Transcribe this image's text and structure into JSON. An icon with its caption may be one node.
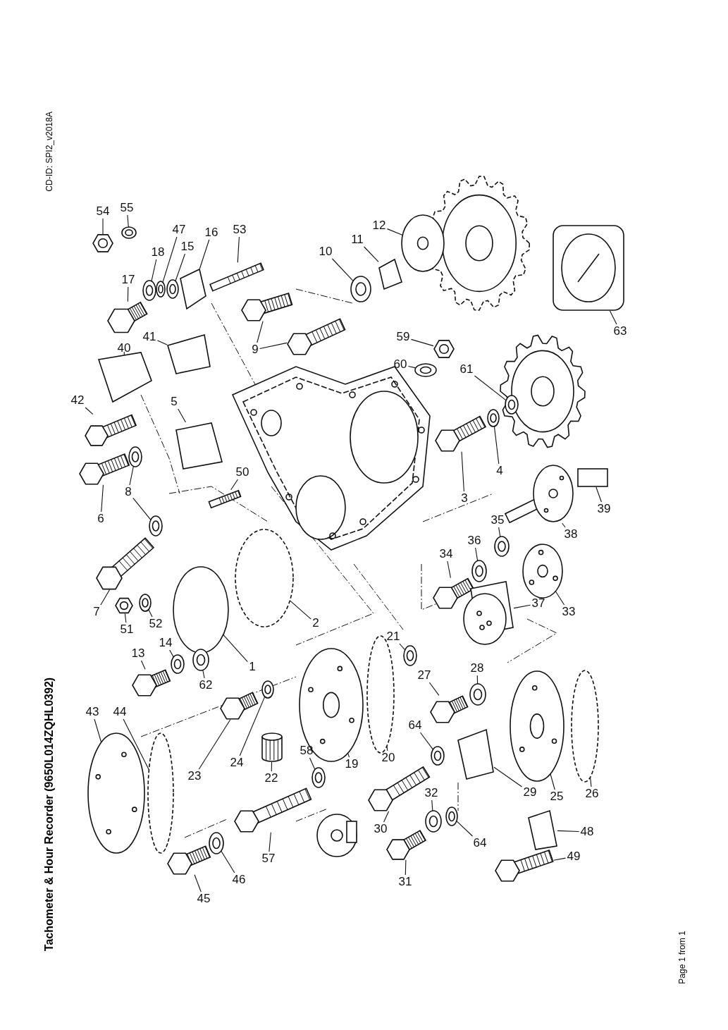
{
  "diagram": {
    "title": "Tachometer & Hour Recorder (9650L014ZQHL0392)",
    "nodes": [
      {
        "text": [
          "54"
        ]
      },
      {
        "text": [
          "55"
        ]
      },
      {
        "text": [
          "47"
        ]
      },
      {
        "text": [
          "16"
        ]
      },
      {
        "text": [
          "53"
        ]
      },
      {
        "text": [
          "18"
        ]
      },
      {
        "text": [
          "15"
        ]
      },
      {
        "text": [
          "17"
        ]
      },
      {
        "text": [
          "10"
        ]
      },
      {
        "text": [
          "11"
        ]
      },
      {
        "text": [
          "12"
        ]
      },
      {
        "text": [
          "9"
        ]
      },
      {
        "text": [
          "41"
        ]
      },
      {
        "text": [
          "40"
        ]
      },
      {
        "text": [
          "59"
        ]
      },
      {
        "text": [
          "60"
        ]
      },
      {
        "text": [
          "61"
        ]
      },
      {
        "text": [
          "63"
        ]
      },
      {
        "text": [
          "5"
        ]
      },
      {
        "text": [
          "42"
        ]
      },
      {
        "text": [
          "3"
        ]
      },
      {
        "text": [
          "4"
        ]
      },
      {
        "text": [
          "8"
        ]
      },
      {
        "text": [
          "6"
        ]
      },
      {
        "text": [
          "50"
        ]
      },
      {
        "text": [
          "39"
        ]
      },
      {
        "text": [
          "38"
        ]
      },
      {
        "text": [
          "34"
        ]
      },
      {
        "text": [
          "36"
        ]
      },
      {
        "text": [
          "35"
        ]
      },
      {
        "text": [
          "7"
        ]
      },
      {
        "text": [
          "51"
        ]
      },
      {
        "text": [
          "52"
        ]
      },
      {
        "text": [
          "2"
        ]
      },
      {
        "text": [
          "33"
        ]
      },
      {
        "text": [
          "37"
        ]
      },
      {
        "text": [
          "14"
        ]
      },
      {
        "text": [
          "13"
        ]
      },
      {
        "text": [
          "1"
        ]
      },
      {
        "text": [
          "21"
        ]
      },
      {
        "text": [
          "62"
        ]
      },
      {
        "text": [
          "28"
        ]
      },
      {
        "text": [
          "27"
        ]
      },
      {
        "text": [
          "43"
        ]
      },
      {
        "text": [
          "44"
        ]
      },
      {
        "text": [
          "64"
        ]
      },
      {
        "text": [
          "58"
        ]
      },
      {
        "text": [
          "22"
        ]
      },
      {
        "text": [
          "23"
        ]
      },
      {
        "text": [
          "24"
        ]
      },
      {
        "text": [
          "19"
        ]
      },
      {
        "text": [
          "20"
        ]
      },
      {
        "text": [
          "29"
        ]
      },
      {
        "text": [
          "25"
        ]
      },
      {
        "text": [
          "26"
        ]
      },
      {
        "text": [
          "32"
        ]
      },
      {
        "text": [
          "30"
        ]
      },
      {
        "text": [
          "48"
        ]
      },
      {
        "text": [
          "64"
        ]
      },
      {
        "text": [
          "31"
        ]
      },
      {
        "text": [
          "49"
        ]
      },
      {
        "text": [
          "57"
        ]
      },
      {
        "text": [
          "46"
        ]
      },
      {
        "text": [
          "45"
        ]
      },
      {
        "text": [],
        "shape": "picture"
      },
      {
        "text": [],
        "shape": "picture"
      },
      {
        "text": [],
        "shape": "picture"
      },
      {
        "text": [],
        "shape": "picture"
      },
      {
        "text": [],
        "shape": "picture"
      },
      {
        "text": [],
        "shape": "picture"
      },
      {
        "text": [],
        "shape": "picture"
      },
      {
        "text": [],
        "shape": "picture"
      },
      {
        "text": [],
        "shape": "picture"
      },
      {
        "text": [],
        "shape": "picture"
      },
      {
        "text": [],
        "shape": "picture"
      },
      {
        "text": [],
        "shape": "picture"
      },
      {
        "text": [],
        "shape": "picture"
      },
      {
        "text": [],
        "shape": "picture"
      },
      {
        "text": [],
        "shape": "picture"
      },
      {
        "text": [],
        "shape": "picture"
      },
      {
        "text": [],
        "shape": "picture"
      },
      {
        "text": [],
        "shape": "picture"
      },
      {
        "text": [],
        "shape": "picture"
      },
      {
        "text": [],
        "shape": "picture"
      },
      {
        "text": [],
        "shape": "picture"
      },
      {
        "text": [],
        "shape": "picture"
      },
      {
        "text": [],
        "shape": "picture"
      },
      {
        "text": [],
        "shape": "picture"
      },
      {
        "text": [],
        "shape": "picture"
      },
      {
        "text": [],
        "shape": "box"
      },
      {
        "text": [],
        "shape": "picture"
      },
      {
        "text": [],
        "shape": "picture"
      },
      {
        "text": [],
        "shape": "picture"
      },
      {
        "text": [],
        "shape": "picture"
      },
      {
        "text": [],
        "shape": "picture"
      },
      {
        "text": [],
        "shape": "picture"
      },
      {
        "text": [],
        "shape": "picture"
      },
      {
        "text": [],
        "shape": "circle"
      },
      {
        "text": [],
        "shape": "picture"
      },
      {
        "text": [],
        "shape": "picture"
      },
      {
        "text": [],
        "shape": "picture"
      },
      {
        "text": [],
        "shape": "picture"
      },
      {
        "text": [],
        "shape": "circle"
      },
      {
        "text": [],
        "shape": "picture"
      },
      {
        "text": [],
        "shape": "picture"
      },
      {
        "text": [],
        "shape": "picture"
      },
      {
        "text": [],
        "shape": "picture"
      },
      {
        "text": [],
        "shape": "picture"
      },
      {
        "text": [],
        "shape": "circle"
      },
      {
        "text": [],
        "shape": "picture"
      },
      {
        "text": [],
        "shape": "picture"
      },
      {
        "text": [],
        "shape": "cylinder"
      },
      {
        "text": [],
        "shape": "picture"
      },
      {
        "text": [],
        "shape": "picture"
      },
      {
        "text": [],
        "shape": "picture"
      },
      {
        "text": [],
        "shape": "circle"
      },
      {
        "text": [],
        "shape": "picture"
      },
      {
        "text": [],
        "shape": "picture"
      },
      {
        "text": [],
        "shape": "circle"
      },
      {
        "text": [],
        "shape": "picture"
      },
      {
        "text": [],
        "shape": "picture"
      },
      {
        "text": [],
        "shape": "picture"
      },
      {
        "text": [],
        "shape": "picture"
      },
      {
        "text": [],
        "shape": "picture"
      },
      {
        "text": [],
        "shape": "picture"
      },
      {
        "text": [],
        "shape": "picture"
      },
      {
        "text": [],
        "shape": "picture"
      },
      {
        "text": [],
        "shape": "picture"
      },
      {
        "text": [],
        "shape": "picture"
      },
      {
        "text": [],
        "shape": "picture"
      },
      {
        "text": [],
        "shape": "picture"
      }
    ],
    "edges": [
      {
        "from": 0,
        "to": 64,
        "arrow": "none"
      },
      {
        "from": 1,
        "to": 65,
        "arrow": "none"
      },
      {
        "from": 2,
        "to": 66,
        "arrow": "none"
      },
      {
        "from": 3,
        "to": 67,
        "arrow": "none"
      },
      {
        "from": 4,
        "to": 68,
        "arrow": "none"
      },
      {
        "from": 5,
        "to": 69,
        "arrow": "none"
      },
      {
        "from": 6,
        "to": 70,
        "arrow": "none"
      },
      {
        "from": 7,
        "to": 71,
        "arrow": "none"
      },
      {
        "from": 8,
        "to": 72,
        "arrow": "none"
      },
      {
        "from": 9,
        "to": 73,
        "arrow": "none"
      },
      {
        "from": 10,
        "to": 74,
        "arrow": "none"
      },
      {
        "from": 11,
        "to": 75,
        "arrow": "none"
      },
      {
        "from": 12,
        "to": 76,
        "arrow": "none"
      },
      {
        "from": 13,
        "to": 77,
        "arrow": "none"
      },
      {
        "from": 14,
        "to": 78,
        "arrow": "none"
      },
      {
        "from": 15,
        "to": 79,
        "arrow": "none"
      },
      {
        "from": 16,
        "to": 80,
        "arrow": "none"
      },
      {
        "from": 17,
        "to": 81,
        "arrow": "none"
      },
      {
        "from": 18,
        "to": 82,
        "arrow": "none"
      },
      {
        "from": 19,
        "to": 83,
        "arrow": "none"
      },
      {
        "from": 20,
        "to": 84,
        "arrow": "none"
      },
      {
        "from": 21,
        "to": 85,
        "arrow": "none"
      },
      {
        "from": 22,
        "to": 86,
        "arrow": "none"
      },
      {
        "from": 23,
        "to": 87,
        "arrow": "none"
      },
      {
        "from": 24,
        "to": 88,
        "arrow": "none"
      },
      {
        "from": 25,
        "to": 89,
        "arrow": "none"
      },
      {
        "from": 26,
        "to": 90,
        "arrow": "none"
      },
      {
        "from": 27,
        "to": 91,
        "arrow": "none"
      },
      {
        "from": 28,
        "to": 92,
        "arrow": "none"
      },
      {
        "from": 29,
        "to": 93,
        "arrow": "none"
      },
      {
        "from": 30,
        "to": 94,
        "arrow": "none"
      },
      {
        "from": 31,
        "to": 95,
        "arrow": "none"
      },
      {
        "from": 32,
        "to": 96,
        "arrow": "none"
      },
      {
        "from": 33,
        "to": 97,
        "arrow": "none"
      },
      {
        "from": 34,
        "to": 98,
        "arrow": "none"
      },
      {
        "from": 35,
        "to": 99,
        "arrow": "none"
      },
      {
        "from": 36,
        "to": 100,
        "arrow": "none"
      },
      {
        "from": 37,
        "to": 101,
        "arrow": "none"
      },
      {
        "from": 38,
        "to": 102,
        "arrow": "none"
      },
      {
        "from": 39,
        "to": 103,
        "arrow": "none"
      },
      {
        "from": 40,
        "to": 104,
        "arrow": "none"
      },
      {
        "from": 41,
        "to": 105,
        "arrow": "none"
      },
      {
        "from": 42,
        "to": 106,
        "arrow": "none"
      },
      {
        "from": 43,
        "to": 107,
        "arrow": "none"
      },
      {
        "from": 44,
        "to": 108,
        "arrow": "none"
      },
      {
        "from": 45,
        "to": 109,
        "arrow": "none"
      },
      {
        "from": 46,
        "to": 110,
        "arrow": "none"
      },
      {
        "from": 47,
        "to": 111,
        "arrow": "none"
      },
      {
        "from": 48,
        "to": 112,
        "arrow": "none"
      },
      {
        "from": 49,
        "to": 113,
        "arrow": "none"
      },
      {
        "from": 50,
        "to": 114,
        "arrow": "none"
      },
      {
        "from": 51,
        "to": 115,
        "arrow": "none"
      },
      {
        "from": 52,
        "to": 116,
        "arrow": "none"
      },
      {
        "from": 53,
        "to": 117,
        "arrow": "none"
      },
      {
        "from": 54,
        "to": 118,
        "arrow": "none"
      },
      {
        "from": 55,
        "to": 119,
        "arrow": "none"
      },
      {
        "from": 56,
        "to": 120,
        "arrow": "none"
      },
      {
        "from": 57,
        "to": 121,
        "arrow": "none"
      },
      {
        "from": 58,
        "to": 122,
        "arrow": "none"
      },
      {
        "from": 59,
        "to": 123,
        "arrow": "none"
      },
      {
        "from": 60,
        "to": 124,
        "arrow": "none"
      },
      {
        "from": 61,
        "to": 125,
        "arrow": "none"
      },
      {
        "from": 62,
        "to": 126,
        "arrow": "none"
      },
      {
        "from": 63,
        "to": 127,
        "arrow": "none"
      },
      {
        "from": 11,
        "to": 128,
        "arrow": "none"
      },
      {
        "from": 22,
        "to": 129,
        "arrow": "none"
      }
    ],
    "labels": [
      "CD-ID: SPI2_v2018A",
      "Page 1 from 1"
    ]
  }
}
